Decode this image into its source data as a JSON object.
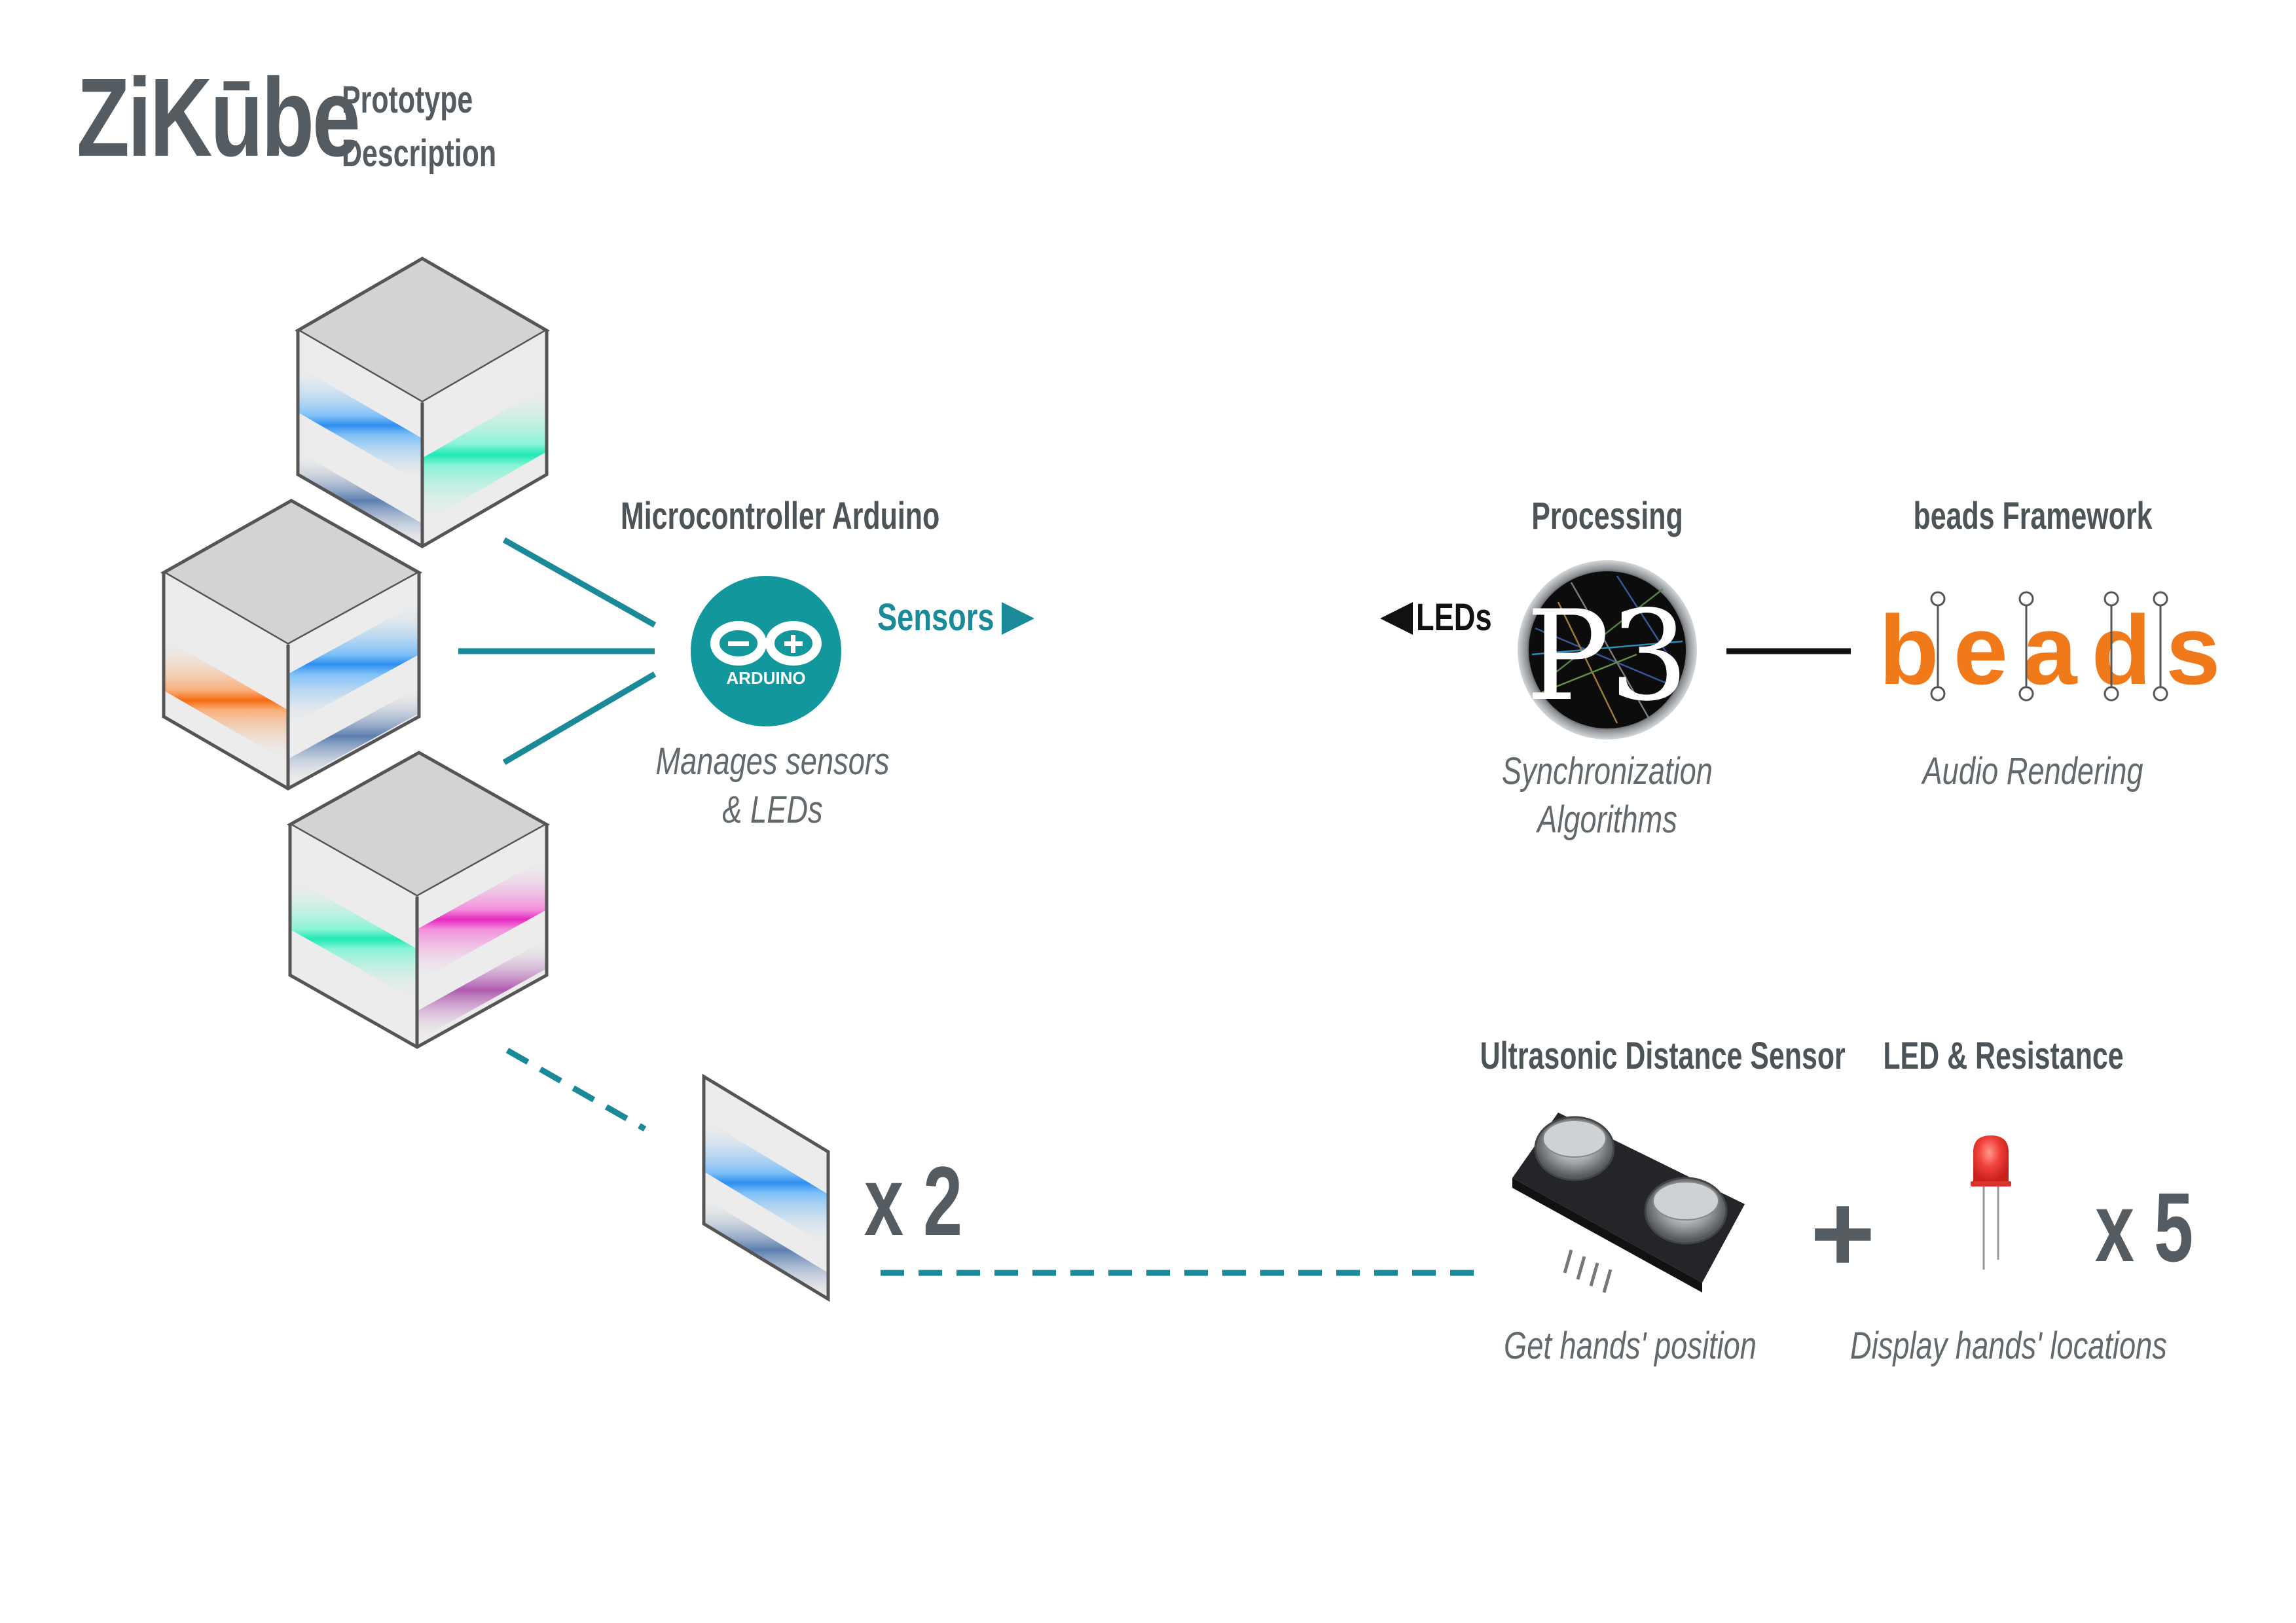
{
  "header": {
    "title": "ZiKūbe",
    "subtitle_line1": "Prototype",
    "subtitle_line2": "Description"
  },
  "arduino": {
    "label": "Microcontroller Arduino",
    "logo_text": "ARDUINO",
    "caption_line1": "Manages sensors",
    "caption_line2": "& LEDs"
  },
  "flow": {
    "sensors_label": "Sensors",
    "leds_label": "LEDs"
  },
  "processing": {
    "label": "Processing",
    "logo_text": "P3",
    "caption_line1": "Synchronization",
    "caption_line2": "Algorithms"
  },
  "beads": {
    "label": "beads Framework",
    "logo_text": "beads",
    "caption": "Audio Rendering"
  },
  "panel": {
    "multiplier": "x 2"
  },
  "sensor": {
    "label": "Ultrasonic Distance Sensor",
    "caption": "Get hands' position"
  },
  "led": {
    "label": "LED & Resistance",
    "plus": "+",
    "multiplier": "x 5",
    "caption": "Display hands' locations"
  },
  "colors": {
    "teal": "#1a8a99",
    "arduino_teal": "#12979c",
    "beads_orange": "#f07a1a",
    "blue_glow": "#2e8ef0",
    "green_glow": "#1fe8b4",
    "orange_glow": "#f56a12",
    "magenta_glow": "#e62ac0"
  }
}
